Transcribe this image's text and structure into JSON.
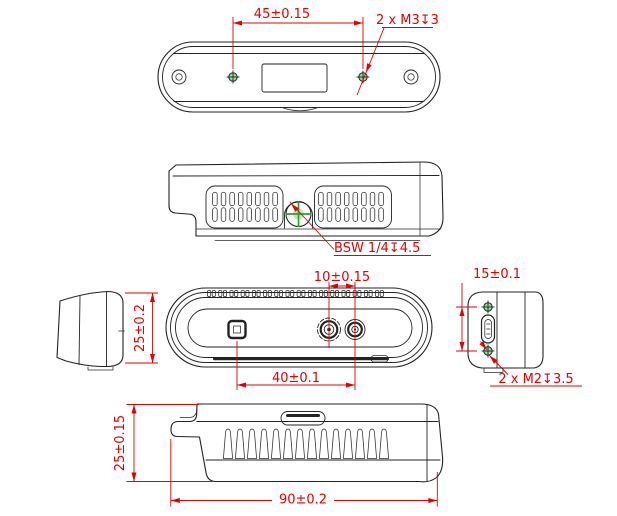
{
  "colors": {
    "dimension_red": "#e60000",
    "outline_black": "#232323",
    "hole_green": "#8fe08f",
    "cross_green": "#2f9e2f"
  },
  "dimensions": {
    "top_view": {
      "hole_spacing": "45±0.15",
      "thread_note": "2 x M3↧3"
    },
    "mount_view": {
      "thread_note": "BSW 1/4↧4.5"
    },
    "left_end_view": {
      "height": "25±0.2"
    },
    "front_view": {
      "connector_spacing_small": "10±0.15",
      "connector_spacing_large": "40±0.1"
    },
    "right_end_view": {
      "hole_spacing": "15±0.1",
      "thread_note": "2 x M2↧3.5"
    },
    "bottom_view": {
      "height": "25±0.15",
      "width": "90±0.2"
    }
  }
}
